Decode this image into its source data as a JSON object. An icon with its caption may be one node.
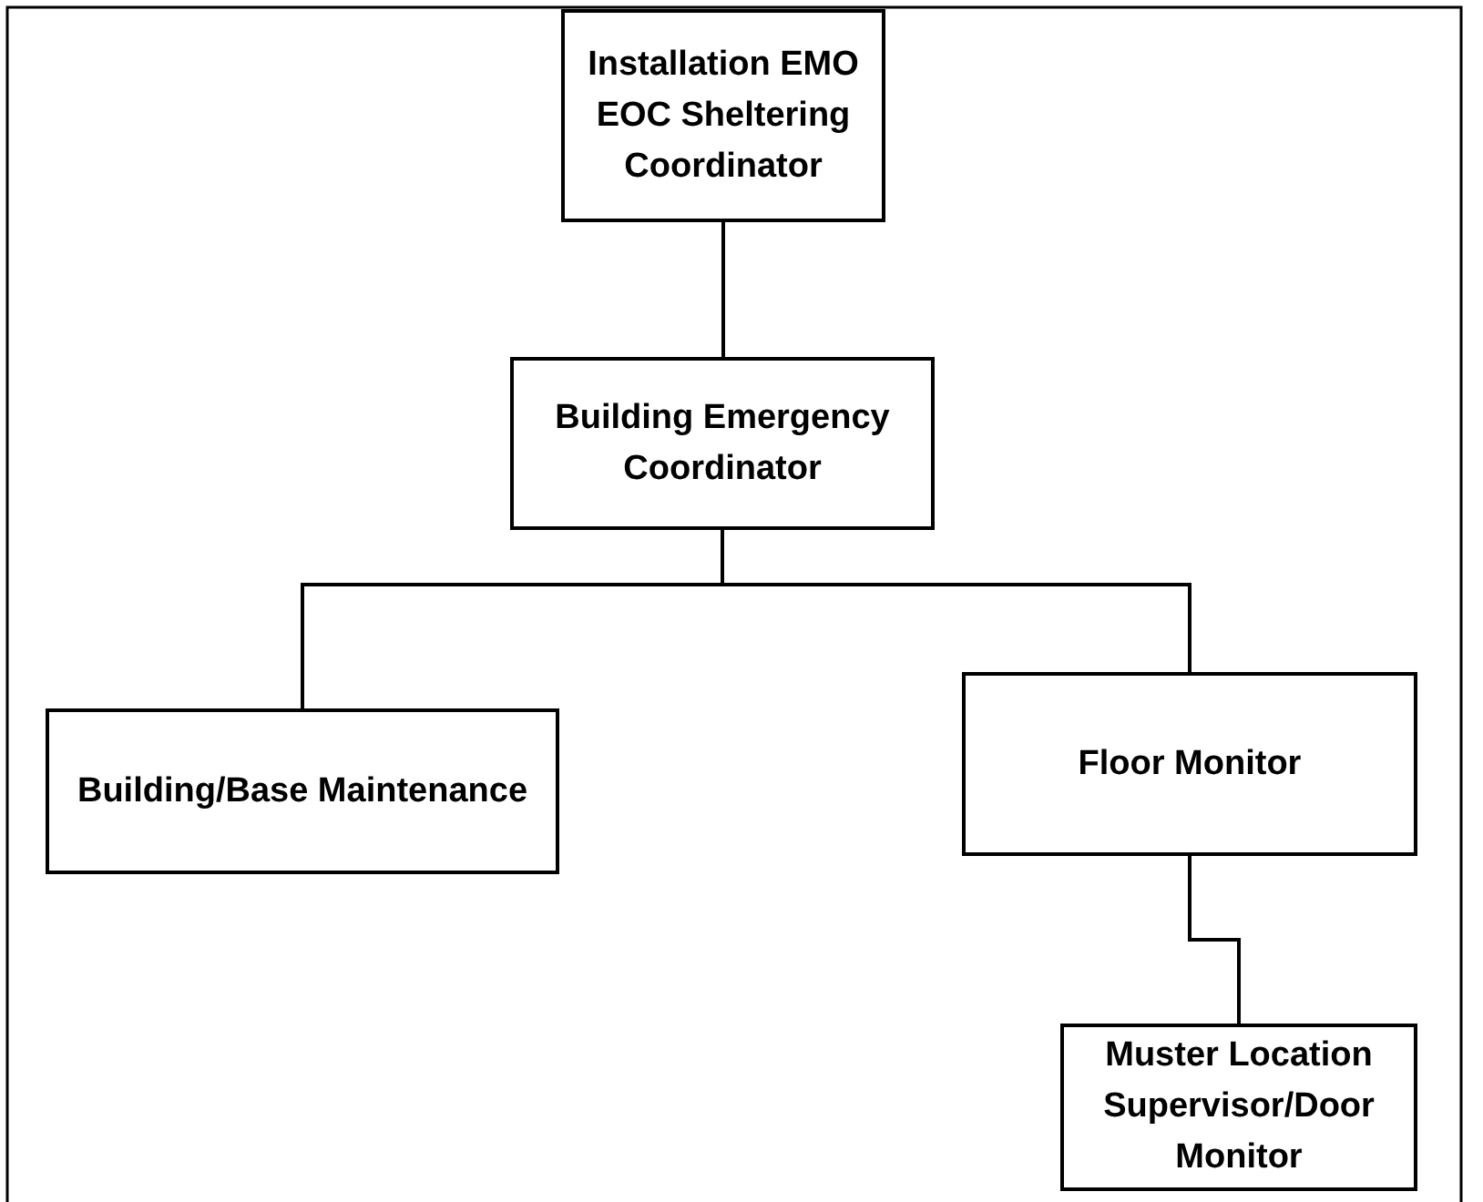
{
  "diagram": {
    "nodes": [
      {
        "text": [
          "Installation EMO EOC Sheltering Coordinator"
        ]
      },
      {
        "text": [
          "Building Emergency Coordinator"
        ]
      },
      {
        "text": [
          "Building/Base Maintenance"
        ]
      },
      {
        "text": [
          "Floor Monitor"
        ]
      },
      {
        "text": [
          "Muster Location Supervisor/Door Monitor"
        ]
      }
    ],
    "edges": [
      {
        "from": 0,
        "to": 1,
        "arrow": "none"
      },
      {
        "from": 1,
        "to": 2,
        "arrow": "none"
      },
      {
        "from": 1,
        "to": 3,
        "arrow": "none"
      },
      {
        "from": 3,
        "to": 4,
        "arrow": "none"
      }
    ]
  }
}
